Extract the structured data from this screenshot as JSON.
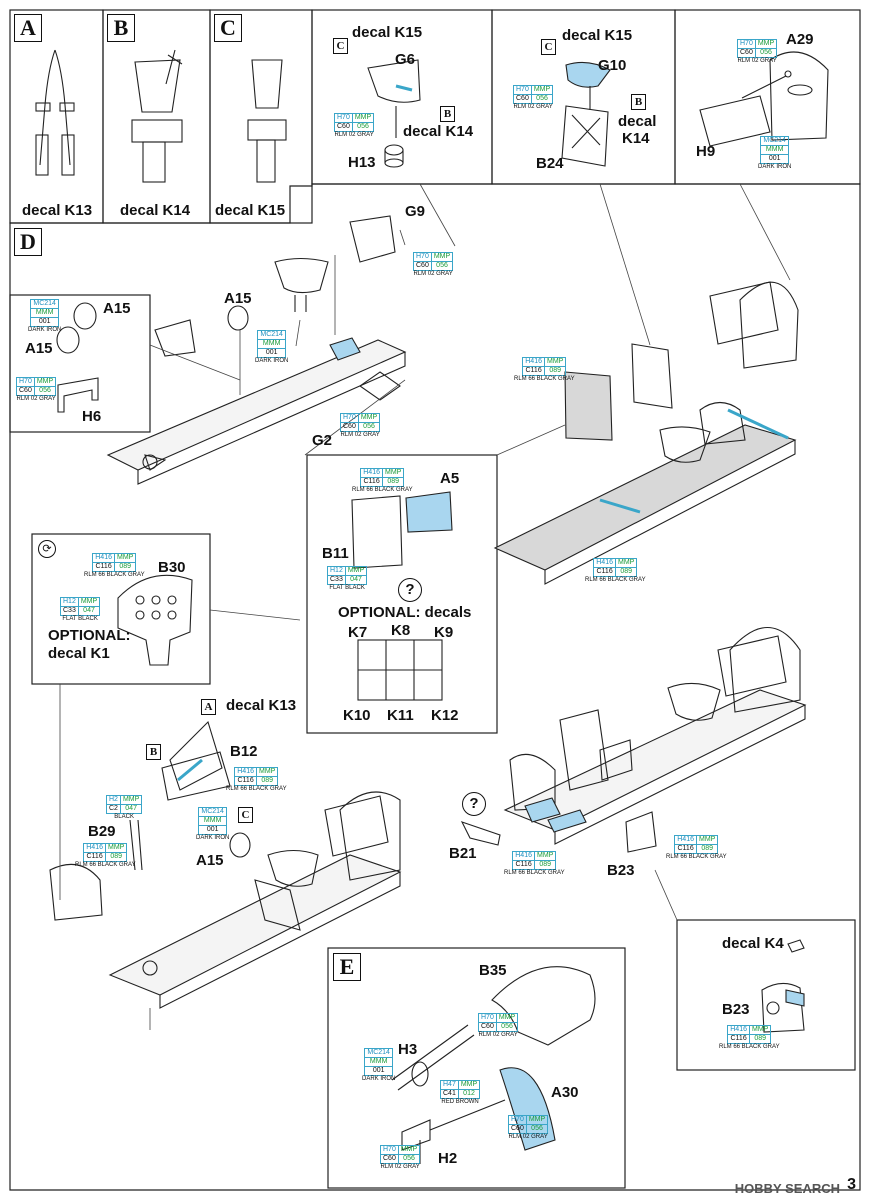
{
  "steps": {
    "A": "A",
    "B": "B",
    "C": "C",
    "D": "D",
    "E": "E"
  },
  "decals": {
    "k13": "decal K13",
    "k14": "decal K14",
    "k15": "decal K15",
    "k15_top": "decal K15",
    "k14_right": "decal K14",
    "k15_top2": "decal K15",
    "k14_split_1": "decal",
    "k14_split_2": "K14",
    "k13_seat": "decal K13",
    "k1_1": "OPTIONAL:",
    "k1_2": "decal K1",
    "k4": "decal K4",
    "optional_decals": "OPTIONAL: decals",
    "k7": "K7",
    "k8": "K8",
    "k9": "K9",
    "k10": "K10",
    "k11": "K11",
    "k12": "K12"
  },
  "parts": {
    "g6": "G6",
    "h13": "H13",
    "g10": "G10",
    "b24": "B24",
    "a29": "A29",
    "h9": "H9",
    "g9": "G9",
    "a15_a": "A15",
    "a15_b": "A15",
    "a15_c": "A15",
    "a15_d": "A15",
    "h6": "H6",
    "g2": "G2",
    "a5": "A5",
    "b11": "B11",
    "b30": "B30",
    "b12": "B12",
    "b29": "B29",
    "b21": "B21",
    "b23_a": "B23",
    "b23_b": "B23",
    "b35": "B35",
    "h3": "H3",
    "a30": "A30",
    "h2": "H2"
  },
  "mini_letters": {
    "c1": "C",
    "b1": "B",
    "c2": "C",
    "b2": "B",
    "a3": "A",
    "b3": "B",
    "c3": "C"
  },
  "paints": {
    "rlm02": {
      "h": "H70",
      "mmp": "MMP",
      "c": "C60",
      "code": "056",
      "name": "RLM 02 GRAY"
    },
    "rlm66": {
      "h": "H416",
      "mmp": "MMP",
      "c": "C116",
      "code": "089",
      "name": "RLM 66 BLACK GRAY"
    },
    "iron": {
      "h": "MC214",
      "mmp": "MMM",
      "c": "001",
      "code": "",
      "name": "DARK IRON"
    },
    "flat_black": {
      "h": "H12",
      "mmp": "MMP",
      "c": "C33",
      "code": "047",
      "name": "FLAT BLACK"
    },
    "black": {
      "h": "H2",
      "mmp": "MMP",
      "c": "C2",
      "code": "047",
      "name": "BLACK"
    },
    "red_brown": {
      "h": "H47",
      "mmp": "MMP",
      "c": "C41",
      "code": "012",
      "name": "RED BROWN"
    }
  },
  "colors": {
    "highlight_blue": "#a9d6ef",
    "paint_border": "#3aa6c9",
    "gunze_green": "#1a9b3a",
    "mr_blue": "#1d8fbf",
    "gray_panel": "#d8d8d8"
  },
  "icons": {
    "question": "?",
    "rotate": "⟳"
  },
  "watermark": "HOBBY SEARCH",
  "page_number": "3"
}
